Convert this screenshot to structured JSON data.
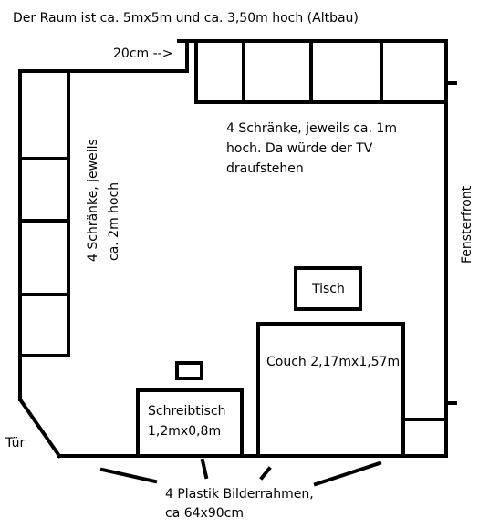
{
  "labels": {
    "room_info": "Der Raum ist ca. 5mx5m und ca. 3,50m hoch  (Altbau)",
    "gap_note": "20cm -->",
    "top_cabinets": [
      "4 Schränke, jeweils ca. 1m",
      "hoch. Da würde der TV",
      "draufstehen"
    ],
    "left_cabinets": [
      "4 Schränke, jeweils",
      "ca. 2m hoch"
    ],
    "window_front": "Fensterfront",
    "table": "Tisch",
    "couch": "Couch 2,17mx1,57m",
    "desk": [
      "Schreibtisch",
      "1,2mx0,8m"
    ],
    "door": "Tür",
    "frames": [
      "4 Plastik Bilderrahmen,",
      "ca 64x90cm"
    ]
  },
  "colors": {
    "ink": "#000000",
    "paper": "#ffffff"
  }
}
